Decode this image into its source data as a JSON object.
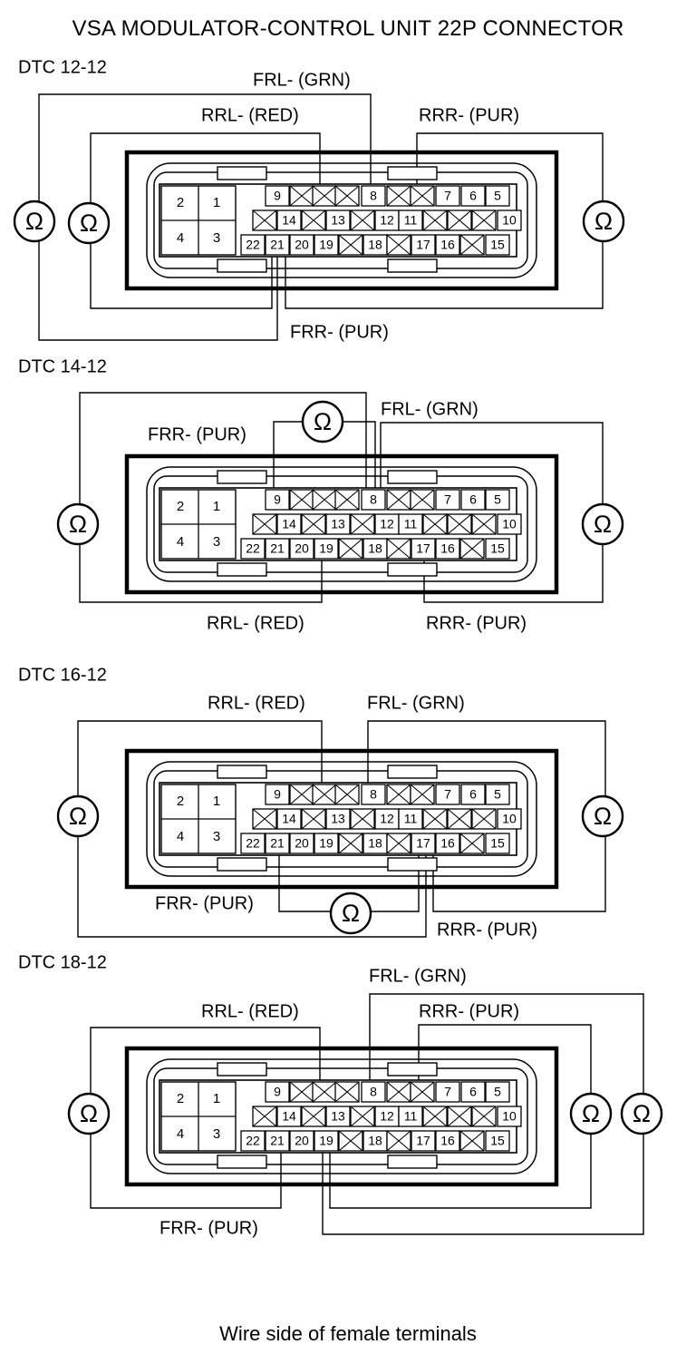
{
  "page": {
    "title": "VSA MODULATOR-CONTROL UNIT 22P CONNECTOR",
    "footer": "Wire side of female terminals"
  },
  "icons": {
    "meter": "ohmmeter-icon",
    "symbol": "Ω"
  },
  "connector": {
    "power_pins": [
      "2",
      "1",
      "4",
      "3"
    ],
    "row_top": [
      "9",
      "",
      "",
      "",
      "8",
      "",
      "",
      "7",
      "6",
      "5"
    ],
    "row_mid": [
      "",
      "14",
      "",
      "13",
      "",
      "12",
      "11",
      "",
      "",
      "",
      "10"
    ],
    "row_bot": [
      "22",
      "21",
      "20",
      "19",
      "",
      "18",
      "",
      "17",
      "16",
      "",
      "15"
    ]
  },
  "diagrams": [
    {
      "dtc": "DTC 12-12",
      "labels": {
        "frl": "FRL- (GRN)",
        "rrl": "RRL- (RED)",
        "rrr": "RRR- (PUR)",
        "frr": "FRR- (PUR)"
      }
    },
    {
      "dtc": "DTC 14-12",
      "labels": {
        "frl": "FRL- (GRN)",
        "frr": "FRR- (PUR)",
        "rrl": "RRL- (RED)",
        "rrr": "RRR- (PUR)"
      }
    },
    {
      "dtc": "DTC 16-12",
      "labels": {
        "rrl": "RRL- (RED)",
        "frl": "FRL- (GRN)",
        "frr": "FRR- (PUR)",
        "rrr": "RRR- (PUR)"
      }
    },
    {
      "dtc": "DTC 18-12",
      "labels": {
        "frl": "FRL- (GRN)",
        "rrl": "RRL- (RED)",
        "rrr": "RRR- (PUR)",
        "frr": "FRR- (PUR)"
      }
    }
  ]
}
